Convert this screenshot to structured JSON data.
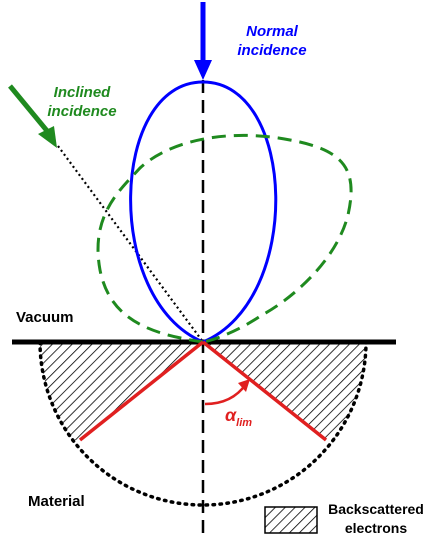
{
  "labels": {
    "normal_line1": "Normal",
    "normal_line2": "incidence",
    "inclined_line1": "Inclined",
    "inclined_line2": "incidence",
    "vacuum": "Vacuum",
    "material": "Material",
    "alpha_symbol": "α",
    "alpha_subscript": "lim",
    "legend_line1": "Backscattered",
    "legend_line2": "electrons"
  },
  "colors": {
    "normal": "#0000ff",
    "inclined": "#1f8a1f",
    "angle": "#e02020",
    "line": "#000000"
  }
}
